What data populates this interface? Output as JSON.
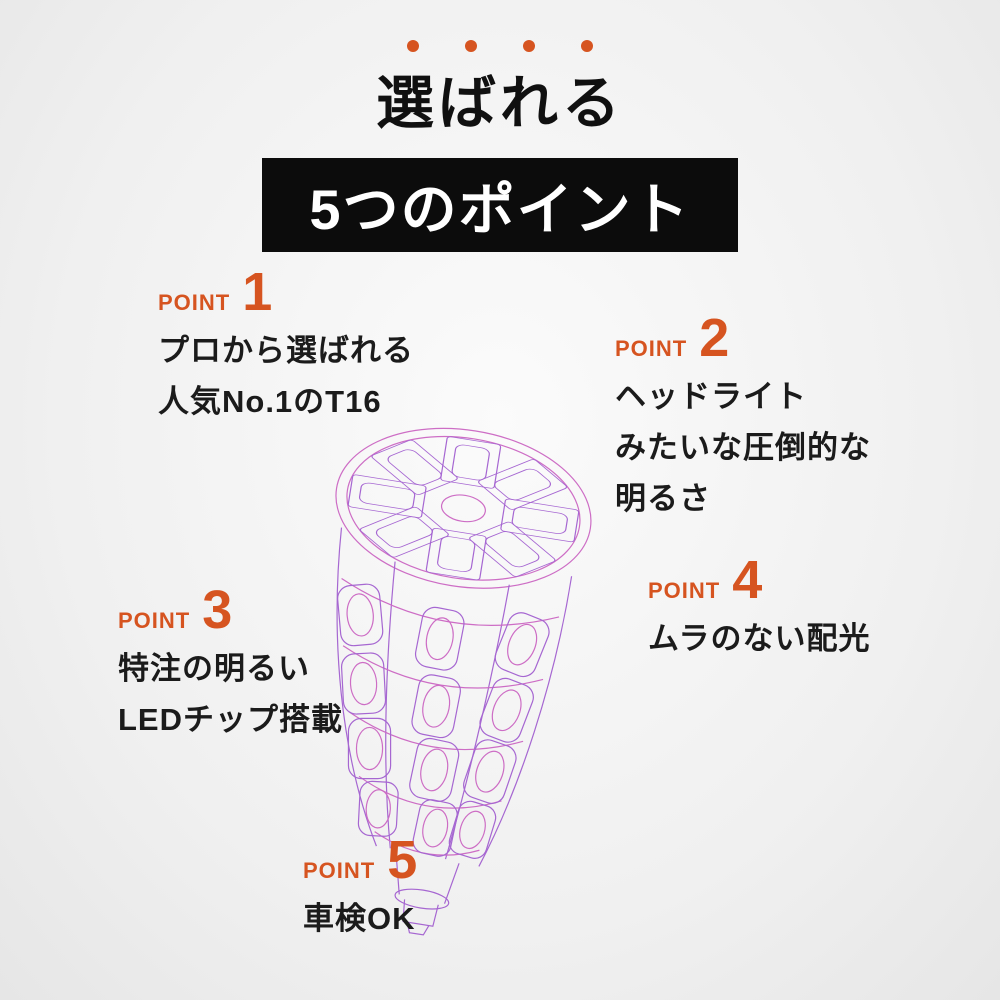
{
  "header": {
    "title": "選ばれる",
    "banner": "5つのポイント",
    "dot_count": 4
  },
  "theme": {
    "accent": "#d65420",
    "banner_bg": "#0c0c0c",
    "text": "#1b1b1b",
    "background_outer": "#e6e6e6",
    "background_inner": "#fbfbfb",
    "wireframe_purple": "#9e58ce",
    "wireframe_pink": "#c95fc0"
  },
  "points": [
    {
      "label": "POINT",
      "number": "1",
      "lines": [
        "プロから選ばれる",
        "人気No.1のT16"
      ]
    },
    {
      "label": "POINT",
      "number": "2",
      "lines": [
        "ヘッドライト",
        "みたいな圧倒的な",
        "明るさ"
      ]
    },
    {
      "label": "POINT",
      "number": "3",
      "lines": [
        "特注の明るい",
        "LEDチップ搭載"
      ]
    },
    {
      "label": "POINT",
      "number": "4",
      "lines": [
        "ムラのない配光"
      ]
    },
    {
      "label": "POINT",
      "number": "5",
      "lines": [
        "車検OK"
      ]
    }
  ],
  "illustration": {
    "name": "t16-led-bulb-wireframe",
    "description": "wireframe line drawing of tower-style T16 LED bulb"
  }
}
